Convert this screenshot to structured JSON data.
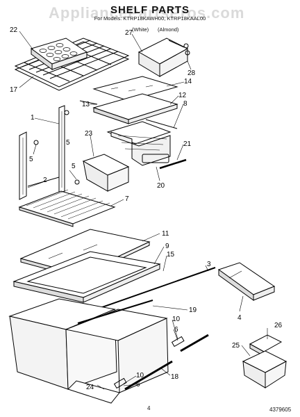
{
  "header": {
    "title": "SHELF PARTS",
    "models": "For Models: KTRP18KAWH00, KTRP18KAAL00",
    "variant_white": "(White)",
    "variant_almond": "(Almond)",
    "watermark": "AppliancePartsPros.com"
  },
  "callouts": [
    "22",
    "27",
    "17",
    "14",
    "28",
    "13",
    "12",
    "1",
    "8",
    "5",
    "23",
    "21",
    "5",
    "5",
    "20",
    "2",
    "7",
    "11",
    "9",
    "15",
    "3",
    "4",
    "19",
    "10",
    "6",
    "26",
    "25",
    "10",
    "6",
    "24",
    "18"
  ],
  "footer": {
    "page_number": "4",
    "part_number": "4379605"
  }
}
